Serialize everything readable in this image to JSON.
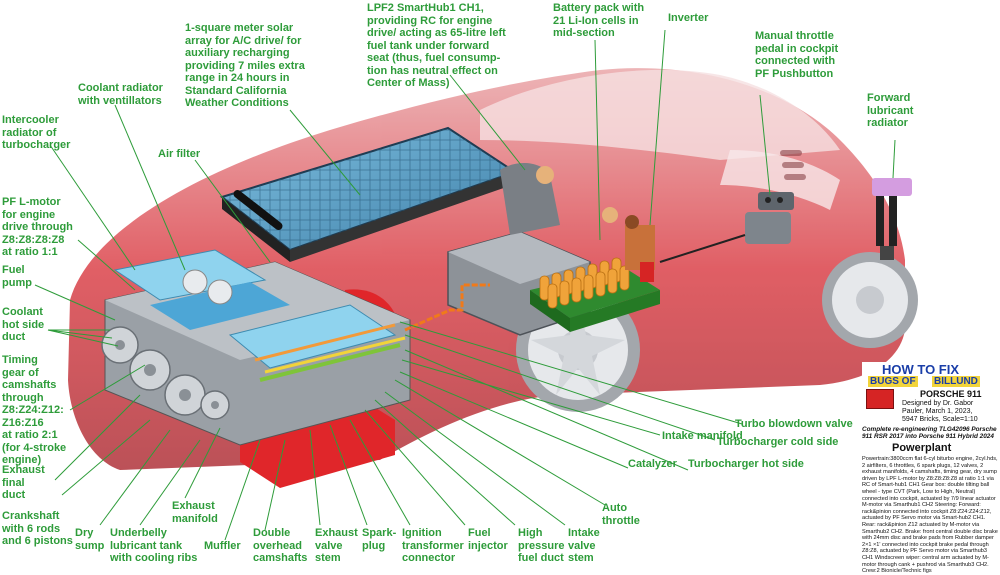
{
  "colors": {
    "label_green": "#2e9c3a",
    "car_red": "#d8323a",
    "engine_blue": "#8fd3ee",
    "engine_gray": "#9aa0a6",
    "battery_orange": "#f0a33a",
    "muffler_red": "#e0262a",
    "solar_blue": "#5ea3c9",
    "logo_blue": "#1a3ea8"
  },
  "labels": {
    "solar": "1-square meter solar\narray for A/C drive/ for\nauxiliary recharging\nproviding 7 miles extra\nrange in 24 hours in\nStandard California\nWeather Conditions",
    "lpf2": "LPF2 SmartHub1 CH1,\nproviding RC for engine\ndrive/ acting as 65-litre left\nfuel tank under forward\nseat (thus, fuel consump-\ntion has neutral effect on\nCenter of Mass)",
    "battery": "Battery pack with\n21 Li-Ion cells in\nmid-section",
    "inverter": "Inverter",
    "throttle_pedal": "Manual throttle\npedal in cockpit\nconnected with\nPF Pushbutton",
    "forward_lube": "Forward\nlubricant\nradiator",
    "coolant_rad": "Coolant radiator\nwith ventillators",
    "intercooler": "Intercooler\nradiator of\nturbocharger",
    "air_filter": "Air filter",
    "pf_lmotor": "PF L-motor\nfor engine\ndrive through\nZ8:Z8:Z8:Z8\nat ratio 1:1",
    "fuel_pump": "Fuel\npump",
    "coolant_hot": "Coolant\nhot side\nduct",
    "timing_gear": "Timing\ngear of\ncamshafts\nthrough\nZ8:Z24:Z12:\nZ16:Z16\nat ratio 2:1\n(for 4-stroke\nengine)",
    "exhaust_final": "Exhaust\nfinal\nduct",
    "crankshaft": "Crankshaft\nwith 6 rods\nand 6 pistons",
    "dry_sump": "Dry\nsump",
    "underbelly": "Underbelly\nlubricant tank\nwith cooling ribs",
    "exhaust_manifold": "Exhaust\nmanifold",
    "muffler": "Muffler",
    "dohc": "Double\noverhead\ncamshafts",
    "exhaust_valve": "Exhaust\nvalve\nstem",
    "spark_plug": "Spark-\nplug",
    "ignition": "Ignition\ntransformer\nconnector",
    "fuel_injector": "Fuel\ninjector",
    "hp_fuel": "High\npressure\nfuel duct",
    "intake_valve": "Intake\nvalve\nstem",
    "auto_throttle": "Auto\nthrottle",
    "catalyzer": "Catalyzer",
    "intake_manifold": "Intake manifold",
    "turbo_hot": "Turbocharger hot side",
    "turbo_cold": "Turbocharger cold side",
    "turbo_blowdown": "Turbo blowdown valve"
  },
  "logo": {
    "how_to_fix": "HOW TO FIX",
    "bugs_of": "BUGS OF",
    "billund": "BILLUND",
    "porsche": "PORSCHE 911",
    "credit": "Designed by Dr. Gabor\nPauler, March 1, 2023,\n5947 Bricks, Scale=1:10",
    "subtitle": "Complete re-engineering TLG42096 Porsche\n911 RSR 2017 into Porsche 911 Hybrid 2024",
    "section": "Powerplant",
    "description": "Powertrain:3800ccm flat 6-cyl biturbo engine, 2cyl.hds, 2 airfilters, 6 throttles, 6 spark plugs, 12 valves, 2 exhaust manifolds, 4 camshafts, timing gear, dry sump driven by LPF L-motor by Z8:Z8:Z8:Z8 at ratio 1:1 via RC of Smart-hub1 CH1 Gear box: double tilting ball wheel - type CVT (Park, Low to High, Neutral) connected into cockpit, actuated by 7/9 linear actuator M-motor via Smarthub1 CH2 Steering: Forward: rack&pinion connected into cockpit Z8:Z24:Z24:Z12, actuated by PF Servo motor via Smart-hub2 CH1. Rear: rack&pinion Z12 actuated by M-motor via Smarthub2 CH2. Brake: front central double disc brake with 24mm disc and brake pads from Rubber damper 2×1 ×1' connected into cockpit brake pedal through Z8:Z8, actuated by PF Servo motor via Smarthub3 CH1 Windscreen wiper: central arm actuated by M-motor through cank + pushrod via Smarthub3 CH2. Crew:2 Bionicle/Technic figs"
  }
}
